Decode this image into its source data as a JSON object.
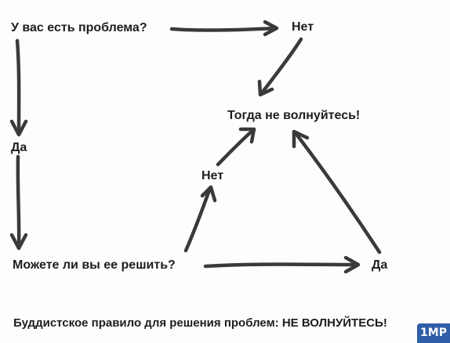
{
  "nodes": {
    "question": "У вас есть проблема?",
    "no_top": "Нет",
    "dont_worry": "Тогда не волнуйтесь!",
    "yes_left": "Да",
    "no_mid": "Нет",
    "can_solve": "Можете ли вы ее решить?",
    "yes_right": "Да"
  },
  "footer": {
    "rule": "Буддистское правило для решения проблем: НЕ ВОЛНУЙТЕСЬ!"
  },
  "watermark": {
    "text": "1MP"
  },
  "colors": {
    "ink": "#3a3a3a",
    "text": "#1e1e1e",
    "logo_bg": "#2f5ea8"
  }
}
